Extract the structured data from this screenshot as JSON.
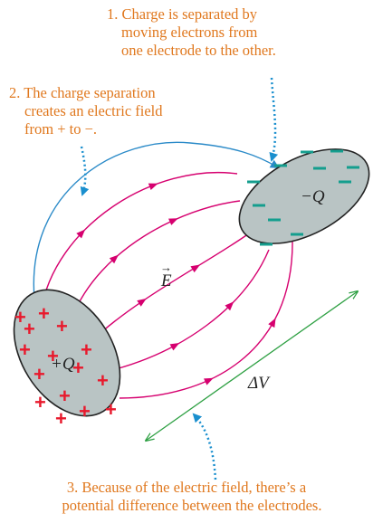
{
  "captions": {
    "step1": [
      "1. Charge is separated by",
      "moving electrons from",
      "one electrode to the other."
    ],
    "step2": [
      "2. The charge separation",
      "creates an electric field",
      "from + to −."
    ],
    "step3": [
      "3. Because of the electric field, there’s a",
      "potential difference between the electrodes."
    ]
  },
  "electrodes": {
    "positive": {
      "label": "+Q",
      "sign": "+",
      "count": 15
    },
    "negative": {
      "label": "−Q",
      "sign": "−",
      "count": 11
    }
  },
  "field": {
    "label": "E",
    "vector_arrow": "→",
    "line_count": 5
  },
  "potential": {
    "label": "ΔV"
  },
  "colors": {
    "caption_text": "#e0781e",
    "pointer": "#1a8fce",
    "field_lines": "#d6006f",
    "outer_field_line": "#2a8ac8",
    "potential_arrow": "#2ea043",
    "electrode_fill": "#b9c4c4",
    "positive_sign": "#e8192c",
    "negative_sign": "#149e8e"
  }
}
